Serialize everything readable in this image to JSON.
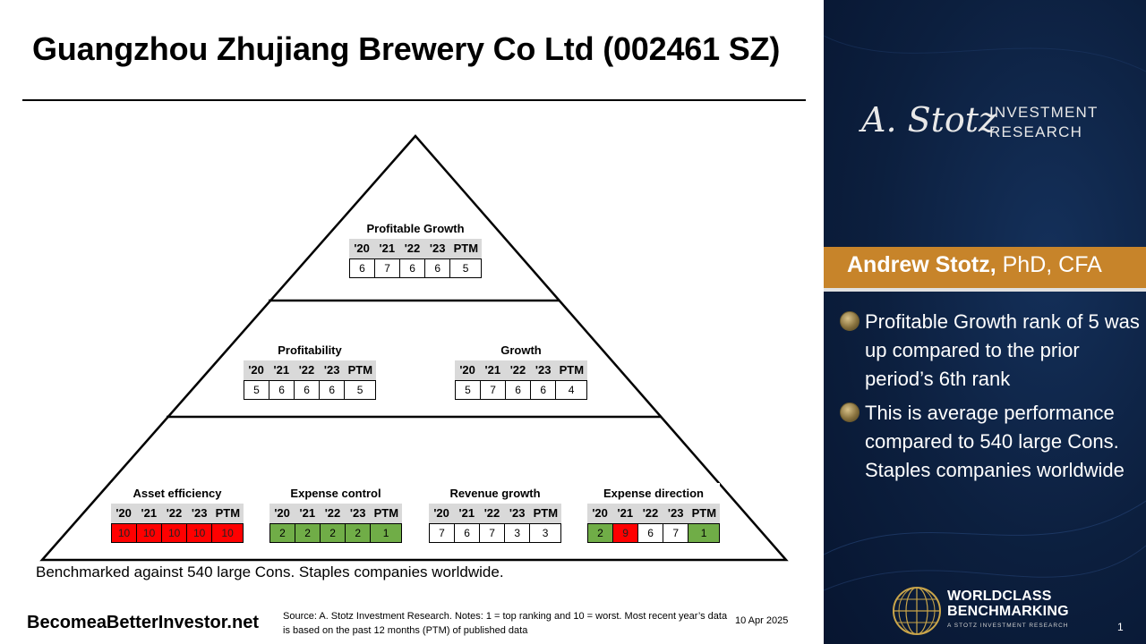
{
  "title": "Guangzhou Zhujiang Brewery Co Ltd (002461 SZ)",
  "years": [
    "'20",
    "'21",
    "'22",
    "'23",
    "PTM"
  ],
  "boxes": {
    "profitable_growth": {
      "title": "Profitable Growth",
      "values": [
        "6",
        "7",
        "6",
        "6",
        "5"
      ],
      "colors": [
        "white",
        "white",
        "white",
        "white",
        "white"
      ]
    },
    "profitability": {
      "title": "Profitability",
      "values": [
        "5",
        "6",
        "6",
        "6",
        "5"
      ],
      "colors": [
        "white",
        "white",
        "white",
        "white",
        "white"
      ]
    },
    "growth": {
      "title": "Growth",
      "values": [
        "5",
        "7",
        "6",
        "6",
        "4"
      ],
      "colors": [
        "white",
        "white",
        "white",
        "white",
        "white"
      ]
    },
    "asset_efficiency": {
      "title": "Asset efficiency",
      "values": [
        "10",
        "10",
        "10",
        "10",
        "10"
      ],
      "colors": [
        "red",
        "red",
        "red",
        "red",
        "red"
      ]
    },
    "expense_control": {
      "title": "Expense control",
      "values": [
        "2",
        "2",
        "2",
        "2",
        "1"
      ],
      "colors": [
        "green",
        "green",
        "green",
        "green",
        "green"
      ]
    },
    "revenue_growth": {
      "title": "Revenue growth",
      "values": [
        "7",
        "6",
        "7",
        "3",
        "3"
      ],
      "colors": [
        "white",
        "white",
        "white",
        "white",
        "white"
      ]
    },
    "expense_direction": {
      "title": "Expense direction",
      "values": [
        "2",
        "9",
        "6",
        "7",
        "1"
      ],
      "colors": [
        "green",
        "red",
        "white",
        "white",
        "green"
      ]
    }
  },
  "benchmark_note": "Benchmarked against 540 large Cons. Staples companies worldwide.",
  "footer": {
    "site": "BecomeaBetterInvestor.net",
    "source": "Source: A. Stotz Investment Research. Notes: 1 = top ranking and 10 = worst. Most recent year’s data is based on the past 12 months (PTM) of published data",
    "date": "10 Apr 2025",
    "page": "1"
  },
  "sidebar": {
    "logo_script": "A. Stotz",
    "logo_line1": "INVESTMENT",
    "logo_line2": "RESEARCH",
    "author_name": "Andrew Stotz,",
    "author_creds": " PhD, CFA",
    "bullets": [
      "Profitable Growth rank of 5 was up compared to the prior period’s 6th rank",
      "This is average performance compared to 540 large Cons. Staples companies worldwide"
    ],
    "wc_line1": "WORLDCLASS",
    "wc_line2": "BENCHMARKING",
    "wc_sub": "A STOTZ INVESTMENT RESEARCH"
  },
  "colors": {
    "red": "#ff0000",
    "green": "#70ad47",
    "band": "#c7842a",
    "navy": "#0c1f3e"
  }
}
